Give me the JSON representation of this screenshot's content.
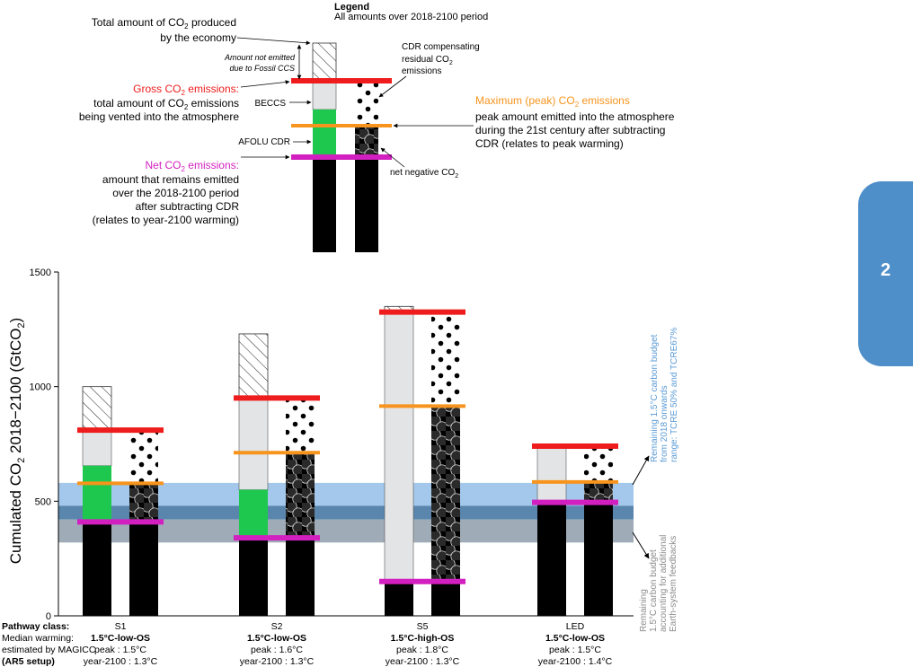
{
  "chapter_tab": "2",
  "legend": {
    "title": "Legend",
    "subtitle": "All amounts over 2018-2100 period",
    "total_line1": "Total amount of CO",
    "total_line1_sub": "2",
    "total_line1_tail": " produced",
    "total_line2": "by the economy",
    "ccs_line1": "Amount not emitted",
    "ccs_line2": "due to Fossil CCS",
    "gross_title": "Gross CO",
    "gross_title_sub": "2",
    "gross_title_tail": " emissions:",
    "gross_desc1": "total amount of CO",
    "gross_desc1_sub": "2",
    "gross_desc1_tail": " emissions",
    "gross_desc2": "being vented into the atmosphere",
    "beccs": "BECCS",
    "afolu": "AFOLU CDR",
    "net_title": "Net CO",
    "net_title_sub": "2",
    "net_title_tail": " emissions:",
    "net_desc1": "amount that remains emitted",
    "net_desc2": "over the 2018-2100 period",
    "net_desc3": "after subtracting CDR",
    "net_desc4": "(relates to year-2100 warming)",
    "cdr_comp1": "CDR compensating",
    "cdr_comp2": "residual CO",
    "cdr_comp2_sub": "2",
    "cdr_comp3": "emissions",
    "peak_title": "Maximum (peak) CO",
    "peak_title_sub": "2",
    "peak_title_tail": " emissions",
    "peak_desc1": "peak amount emitted into the atmosphere",
    "peak_desc2": "during the 21st century after subtracting",
    "peak_desc3": "CDR (relates to peak warming)",
    "netneg": "net negative CO",
    "netneg_sub": "2"
  },
  "colors": {
    "red": "#ee1c1c",
    "orange": "#f7941d",
    "magenta": "#d21fbf",
    "green": "#1ec84e",
    "gray_bar": "#e3e4e5",
    "budget_blue": "#a3c8eb",
    "budget_mid": "#5a86ad",
    "budget_gray": "#9fabb6",
    "budget_text_blue": "#5b9bd5",
    "budget_text_gray": "#8c8c8c"
  },
  "row_labels": {
    "r1": "Pathway class:",
    "r2": "Median warming:",
    "r3": "estimated by MAGICC",
    "r4": "(AR5 setup)"
  },
  "budget_labels": {
    "upper": [
      "Remaining 1.5°C carbon budget",
      "from 2018 onwards",
      "range: TCRE 50% and TCRE67%"
    ],
    "lower": [
      "Remaining",
      "1.5°C carbon budget",
      "accounting for additional",
      "Earth-system feedbacks"
    ]
  },
  "chart_data": {
    "type": "bar",
    "ylabel": "Cumulated CO",
    "ylabel_sub": "2",
    "ylabel_tail": "  2018−2100 (GtCO",
    "ylabel_tail_sub": "2",
    "ylabel_end": ")",
    "ylim": [
      0,
      1500
    ],
    "yticks": [
      0,
      500,
      1000,
      1500
    ],
    "budget_bands": [
      {
        "name": "Remaining 1.5°C carbon budget from 2018 onwards",
        "range": [
          420,
          580
        ]
      },
      {
        "name": "Remaining 1.5°C carbon budget accounting for additional Earth-system feedbacks",
        "range": [
          320,
          480
        ]
      }
    ],
    "pathways": [
      {
        "name": "S1",
        "class": "1.5°C-low-OS",
        "peak": "peak : 1.5°C",
        "y2100": "year-2100 : 1.3°C",
        "total": 1000,
        "gross": 810,
        "afolu_top": 655,
        "peak_emissions": 578,
        "net": 410
      },
      {
        "name": "S2",
        "class": "1.5°C-low-OS",
        "peak": "peak : 1.6°C",
        "y2100": "year-2100 : 1.3°C",
        "total": 1230,
        "gross": 950,
        "afolu_top": 550,
        "peak_emissions": 712,
        "net": 340
      },
      {
        "name": "S5",
        "class": "1.5°C-high-OS",
        "peak": "peak : 1.8°C",
        "y2100": "year-2100 : 1.3°C",
        "total": 1350,
        "gross": 1325,
        "afolu_top": 150,
        "peak_emissions": 915,
        "net": 150
      },
      {
        "name": "LED",
        "class": "1.5°C-low-OS",
        "peak": "peak : 1.5°C",
        "y2100": "year-2100 : 1.4°C",
        "total": 740,
        "gross": 740,
        "afolu_top": 495,
        "peak_emissions": 584,
        "net": 495
      }
    ]
  }
}
